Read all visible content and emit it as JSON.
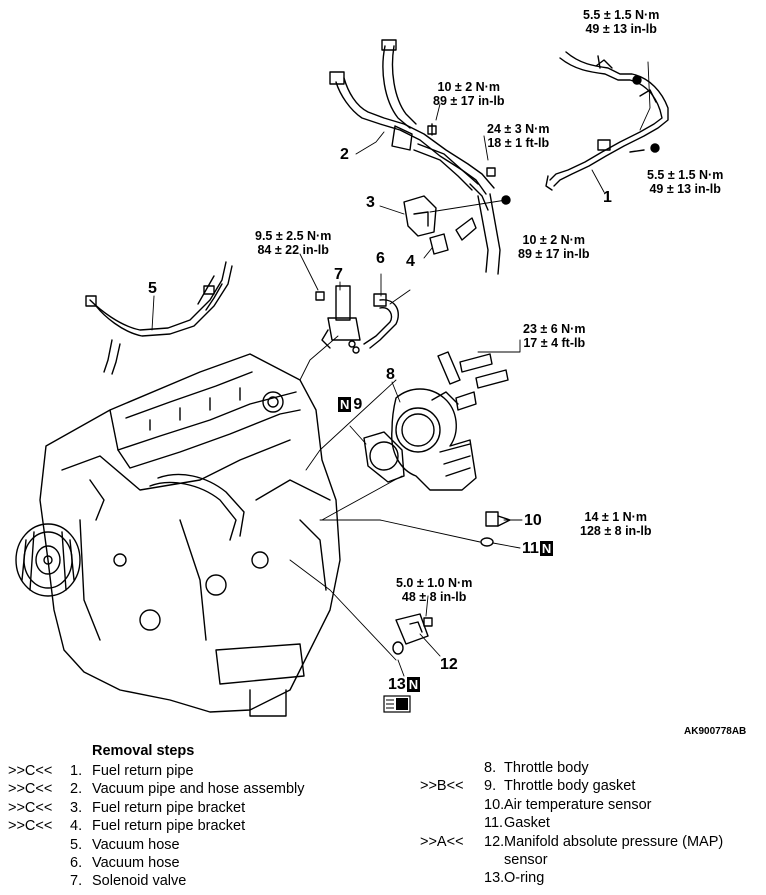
{
  "figure_id": "AK900778AB",
  "torque_specs": {
    "t1": [
      "5.5 ± 1.5 N·m",
      "49 ± 13 in-lb"
    ],
    "t2": [
      "10 ± 2 N·m",
      "89 ± 17 in-lb"
    ],
    "t3": [
      "24 ± 3 N·m",
      "18 ± 1 ft-lb"
    ],
    "t4": [
      "5.5 ± 1.5 N·m",
      "49 ± 13 in-lb"
    ],
    "t5": [
      "9.5 ± 2.5 N·m",
      "84 ± 22 in-lb"
    ],
    "t6": [
      "10 ± 2 N·m",
      "89 ± 17 in-lb"
    ],
    "t7": [
      "23 ± 6 N·m",
      "17 ± 4 ft-lb"
    ],
    "t8": [
      "14 ± 1 N·m",
      "128 ± 8 in-lb"
    ],
    "t9": [
      "5.0 ± 1.0 N·m",
      "48 ± 8 in-lb"
    ]
  },
  "callouts": {
    "c1": "1",
    "c2": "2",
    "c3": "3",
    "c4": "4",
    "c5": "5",
    "c6": "6",
    "c7": "7",
    "c8": "8",
    "c9": "9",
    "c10": "10",
    "c11": "11",
    "c12": "12",
    "c13": "13"
  },
  "new_part_mark": "N",
  "removal_steps": {
    "heading": "Removal steps",
    "left": [
      {
        "mark": ">>C<<",
        "num": "1.",
        "text": "Fuel return pipe"
      },
      {
        "mark": ">>C<<",
        "num": "2.",
        "text": "Vacuum pipe and hose assembly"
      },
      {
        "mark": ">>C<<",
        "num": "3.",
        "text": "Fuel return pipe bracket"
      },
      {
        "mark": ">>C<<",
        "num": "4.",
        "text": "Fuel return pipe bracket"
      },
      {
        "mark": "",
        "num": "5.",
        "text": "Vacuum hose"
      },
      {
        "mark": "",
        "num": "6.",
        "text": "Vacuum hose"
      },
      {
        "mark": "",
        "num": "7.",
        "text": "Solenoid valve"
      }
    ],
    "right": [
      {
        "mark": "",
        "num": "8.",
        "text": "Throttle body"
      },
      {
        "mark": ">>B<<",
        "num": "9.",
        "text": "Throttle body gasket"
      },
      {
        "mark": "",
        "num": "10.",
        "text": "Air temperature sensor"
      },
      {
        "mark": "",
        "num": "11.",
        "text": "Gasket"
      },
      {
        "mark": ">>A<<",
        "num": "12.",
        "text": "Manifold absolute pressure (MAP)"
      },
      {
        "mark": "",
        "num": "",
        "text": "sensor"
      },
      {
        "mark": "",
        "num": "13.",
        "text": "O-ring"
      }
    ]
  }
}
